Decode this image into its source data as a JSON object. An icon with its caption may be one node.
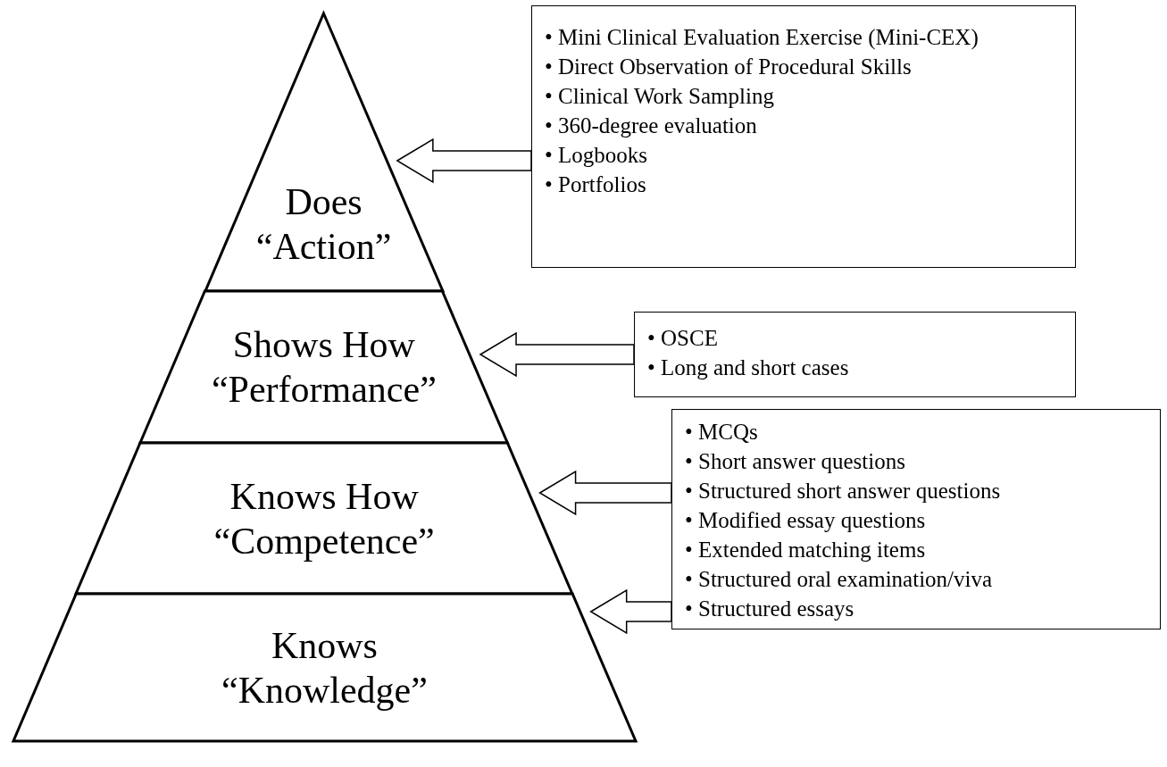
{
  "diagram": {
    "nodes": [
      {
        "text": [
          "Does",
          "“Action”"
        ]
      },
      {
        "text": [
          "Shows How",
          "“Performance”"
        ]
      },
      {
        "text": [
          "Knows How",
          "“Competence”"
        ]
      },
      {
        "text": [
          "Knows",
          "“Knowledge”"
        ]
      },
      {
        "text": [
          "• Mini Clinical Evaluation Exercise (Mini-CEX)",
          "• Direct Observation of Procedural Skills",
          "• Clinical Work Sampling",
          "• 360-degree evaluation",
          "• Logbooks",
          "• Portfolios"
        ]
      },
      {
        "text": [
          "• OSCE",
          "• Long and short cases"
        ]
      },
      {
        "text": [
          "• MCQs",
          "• Short answer questions",
          "• Structured short answer questions",
          "• Modified essay questions",
          "• Extended matching items",
          "• Structured oral examination/viva",
          "• Structured essays"
        ]
      }
    ],
    "edges": [
      {
        "from": 4,
        "to": 0,
        "arrow": "to"
      },
      {
        "from": 5,
        "to": 1,
        "arrow": "to"
      },
      {
        "from": 6,
        "to": 2,
        "arrow": "to"
      },
      {
        "from": 6,
        "to": 3,
        "arrow": "to"
      }
    ]
  }
}
